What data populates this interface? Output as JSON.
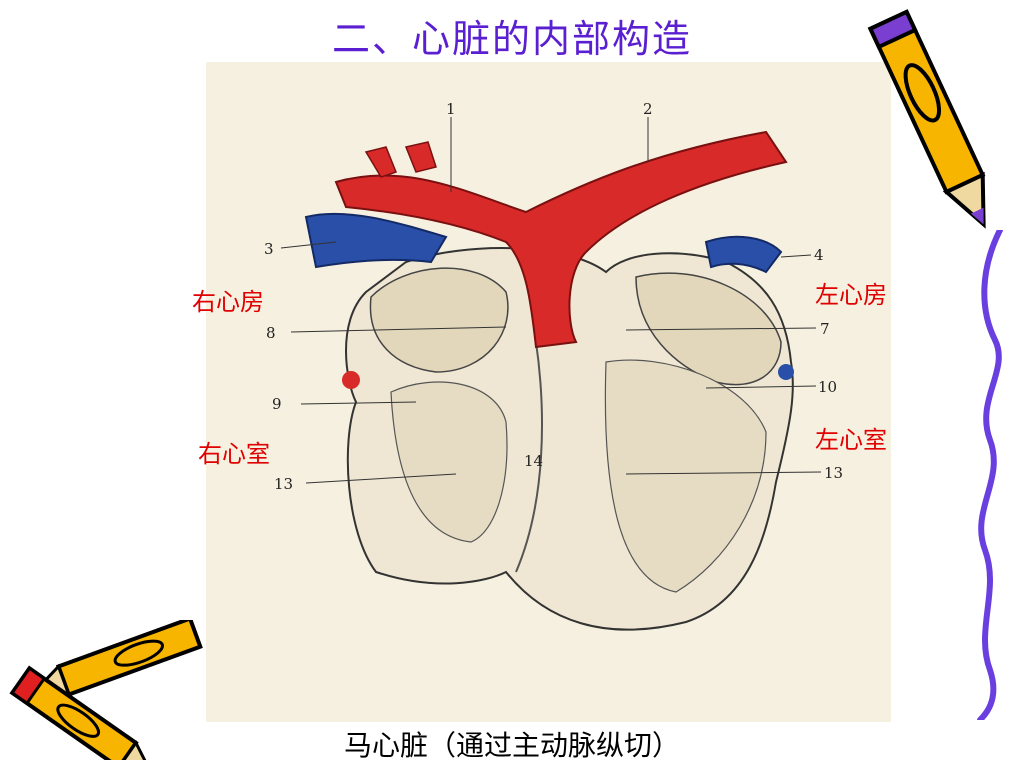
{
  "slide": {
    "title": "二、心脏的内部构造",
    "caption": "马心脏（通过主动脉纵切）"
  },
  "labels": {
    "right_atrium": "右心房",
    "left_atrium": "左心房",
    "right_ventricle": "右心室",
    "left_ventricle": "左心室"
  },
  "figure_numbers": {
    "n1": "1",
    "n2": "2",
    "n3": "3",
    "n4": "4",
    "n7": "7",
    "n8": "8",
    "n9": "9",
    "n10": "10",
    "n13a": "13",
    "n13b": "13",
    "n14": "14"
  },
  "colors": {
    "title": "#5a1fd1",
    "label": "#e00000",
    "artery": "#d92a2a",
    "vein": "#2a4fa8",
    "figure_background": "#f5f0df"
  },
  "icons": {
    "top_right": "pencil-icon",
    "bottom_left": "crossed-pencils-icon",
    "right_edge": "squiggle-line"
  }
}
